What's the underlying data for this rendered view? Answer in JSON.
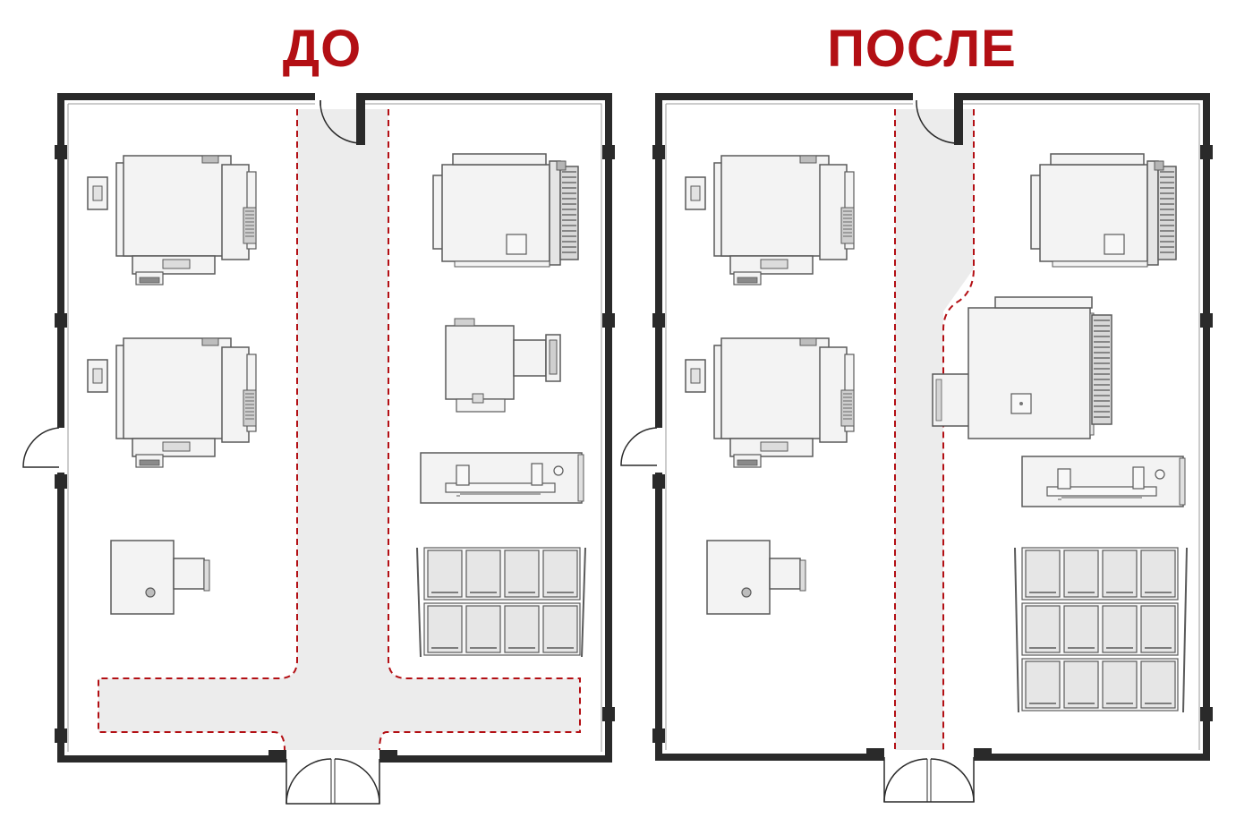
{
  "panels": {
    "before": {
      "title": "ДО"
    },
    "after": {
      "title": "ПОСЛЕ"
    }
  },
  "colors": {
    "title": "#b30f14",
    "wall": "#2a2a2a",
    "aisle_fill": "#ececec",
    "aisle_border": "#b30f14",
    "machine_fill": "#f3f3f3",
    "machine_stroke": "#5a5a5a"
  },
  "legend": {
    "aisle_marking": "red-dashed-outline",
    "floor_plan_style": "top-down-workshop-layout"
  }
}
